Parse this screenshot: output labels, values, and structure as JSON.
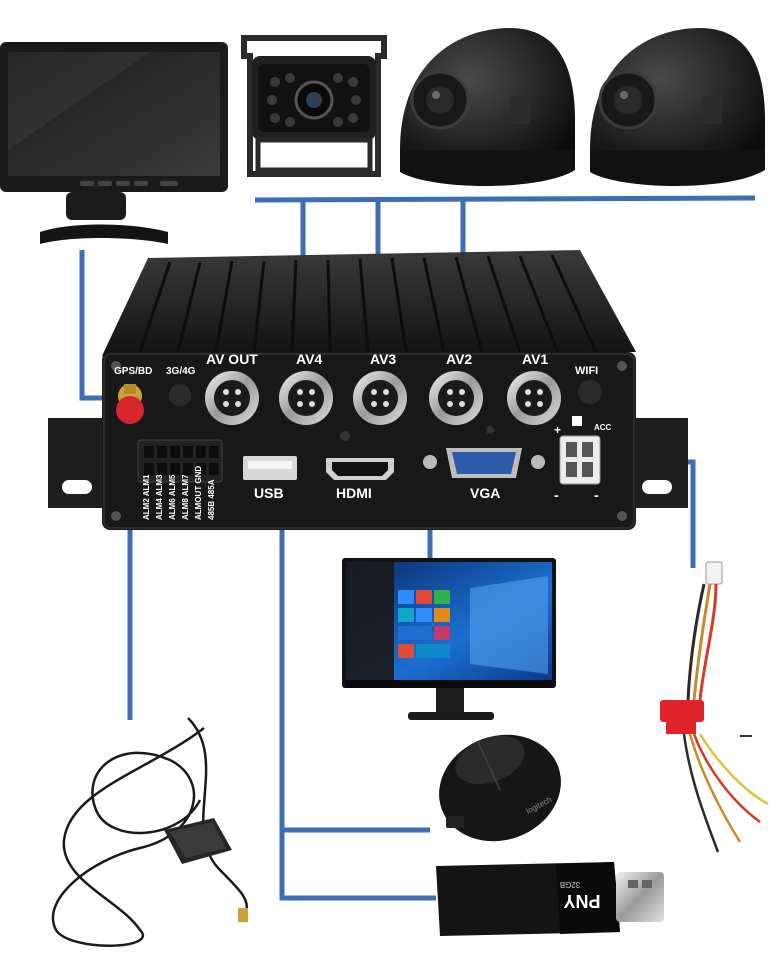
{
  "dvr": {
    "ports_top": [
      "GPS/BD",
      "3G/4G",
      "AV OUT",
      "AV4",
      "AV3",
      "AV2",
      "AV1",
      "WIFI"
    ],
    "ports_bottom": [
      "USB",
      "HDMI",
      "VGA"
    ],
    "power_labels": {
      "acc": "ACC",
      "plus": "+",
      "minus": "-"
    },
    "io_labels": [
      "ALM2 ALM1",
      "ALM4 ALM3",
      "ALM6 ALM5",
      "ALM8 ALM7",
      "ALMOUT GND",
      "485B 485A"
    ]
  },
  "devices": {
    "usb_drive_brand": "PNY",
    "usb_drive_capacity": "32GB",
    "mouse_brand": "logitech"
  },
  "colors": {
    "connector_line": "#3d6db3",
    "dvr_body": "#1c1c1c",
    "gps_connector": "#d7262b"
  },
  "icons": [
    "monitor",
    "bullet-camera",
    "dome-camera",
    "gps-antenna",
    "desktop-monitor",
    "wireless-mouse",
    "usb-flash-drive",
    "power-cable"
  ]
}
